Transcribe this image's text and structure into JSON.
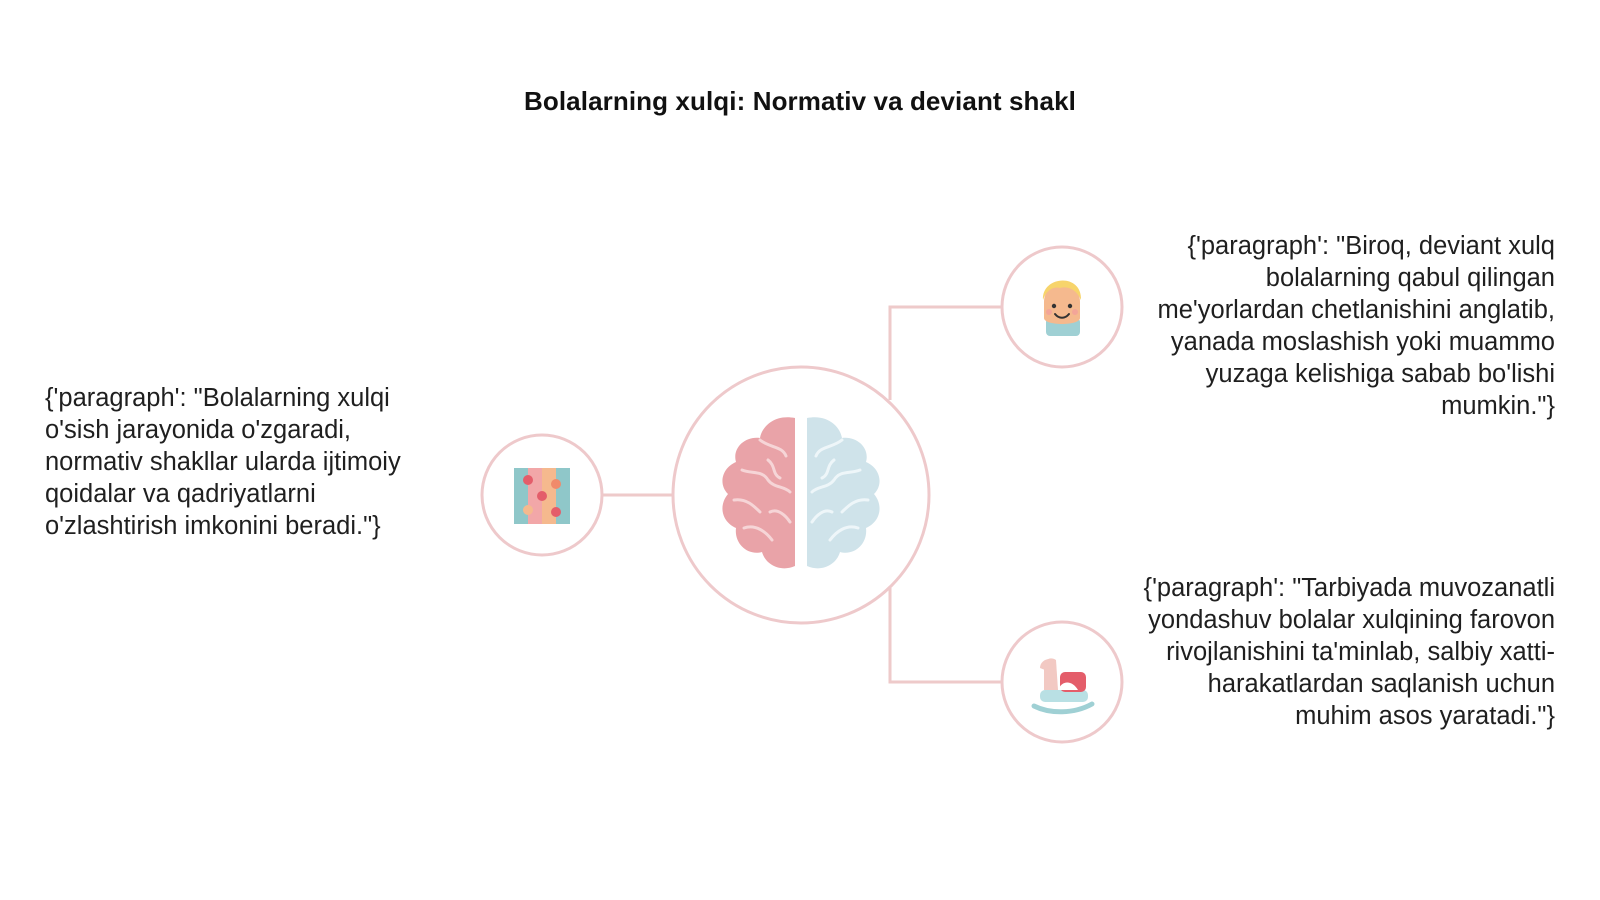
{
  "title": "Bolalarning xulqi: Normativ va deviant shakl",
  "colors": {
    "connector": "#eecaca",
    "circle_stroke": "#eec9cb",
    "brain_pink": "#e9a3a8",
    "brain_blue": "#cfe3ea"
  },
  "nodes": {
    "center": {
      "icon": "brain-icon"
    },
    "left": {
      "icon": "puzzle-icon",
      "text": "{'paragraph': \"Bolalarning xulqi o'sish jarayonida o'zgaradi, normativ shakllar ularda ijtimoiy qoidalar va qadriyatlarni o'zlashtirish imkonini beradi.\"}"
    },
    "right_top": {
      "icon": "child-face-icon",
      "text": "{'paragraph': \"Biroq, deviant xulq bolalarning qabul qilingan me'yorlardan chetlanishini anglatib, yanada moslashish yoki muammo yuzaga kelishiga sabab bo'lishi mumkin.\"}"
    },
    "right_bottom": {
      "icon": "rocking-horse-icon",
      "text": "{'paragraph': \"Tarbiyada muvozanatli yondashuv bolalar xulqining farovon rivojlanishini ta'minlab, salbiy xatti-harakatlardan saqlanish uchun muhim asos yaratadi.\"}"
    }
  }
}
